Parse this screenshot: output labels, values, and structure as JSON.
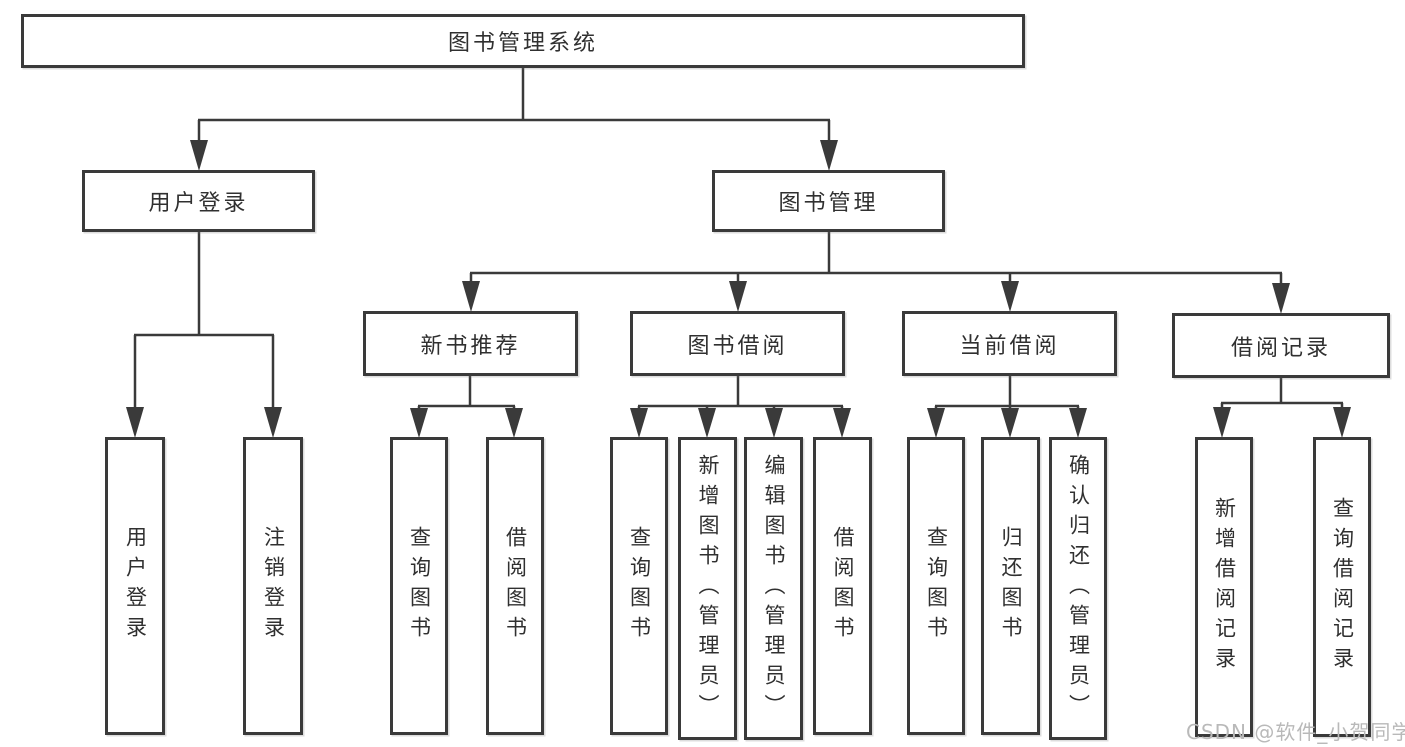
{
  "diagram_type": "hierarchy-tree",
  "tree": {
    "label": "图书管理系统",
    "children": [
      {
        "label": "用户登录",
        "children": [
          {
            "label": "用户登录"
          },
          {
            "label": "注销登录"
          }
        ]
      },
      {
        "label": "图书管理",
        "children": [
          {
            "label": "新书推荐",
            "children": [
              {
                "label": "查询图书"
              },
              {
                "label": "借阅图书"
              }
            ]
          },
          {
            "label": "图书借阅",
            "children": [
              {
                "label": "查询图书"
              },
              {
                "label": "新增图书（管理员）"
              },
              {
                "label": "编辑图书（管理员）"
              },
              {
                "label": "借阅图书"
              }
            ]
          },
          {
            "label": "当前借阅",
            "children": [
              {
                "label": "查询图书"
              },
              {
                "label": "归还图书"
              },
              {
                "label": "确认归还（管理员）"
              }
            ]
          },
          {
            "label": "借阅记录",
            "children": [
              {
                "label": "新增借阅记录"
              },
              {
                "label": "查询借阅记录"
              }
            ]
          }
        ]
      }
    ]
  },
  "watermark": {
    "text": "CSDN @软件_小贺同学"
  },
  "colors": {
    "background": "#ffffff",
    "line": "#3a3a3a",
    "border": "#3a3a3a",
    "text": "#303030",
    "watermark": "#b9b9b9"
  }
}
